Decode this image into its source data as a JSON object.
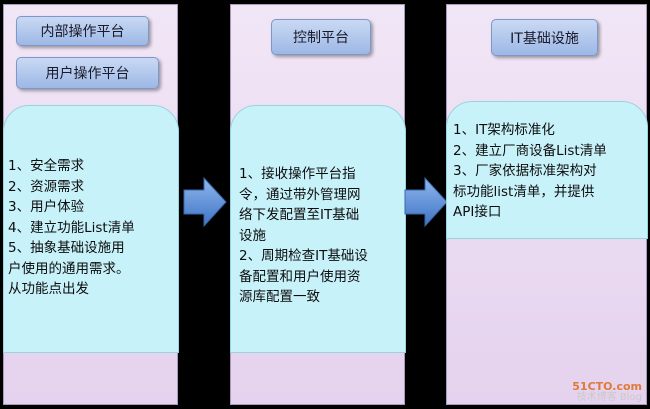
{
  "columns": [
    {
      "title_buttons": [
        "内部操作平台",
        "用户操作平台"
      ],
      "items": [
        "1、安全需求",
        "2、资源需求",
        "3、用户体验",
        "4、建立功能List清单",
        "5、抽象基础设施用",
        "户使用的通用需求。",
        "从功能点出发"
      ]
    },
    {
      "title_buttons": [
        "控制平台"
      ],
      "items": [
        "1、接收操作平台指",
        "令，通过带外管理网",
        "络下发配置至IT基础",
        "设施",
        "2、周期检查IT基础设",
        "备配置和用户使用资",
        "源库配置一致"
      ]
    },
    {
      "title_buttons": [
        "IT基础设施"
      ],
      "items": [
        "1、IT架构标准化",
        "2、建立厂商设备List清单",
        "3、厂家依据标准架构对",
        "标功能list清单，并提供",
        "API接口"
      ]
    }
  ],
  "watermark": {
    "site": "51CTO.com",
    "tagline": "技术博客 Blog"
  },
  "colors": {
    "panel": "#ecdcf3",
    "card": "#c8f2fa",
    "chip": "#b3c9ee",
    "arrow": "#5f8fd6"
  }
}
